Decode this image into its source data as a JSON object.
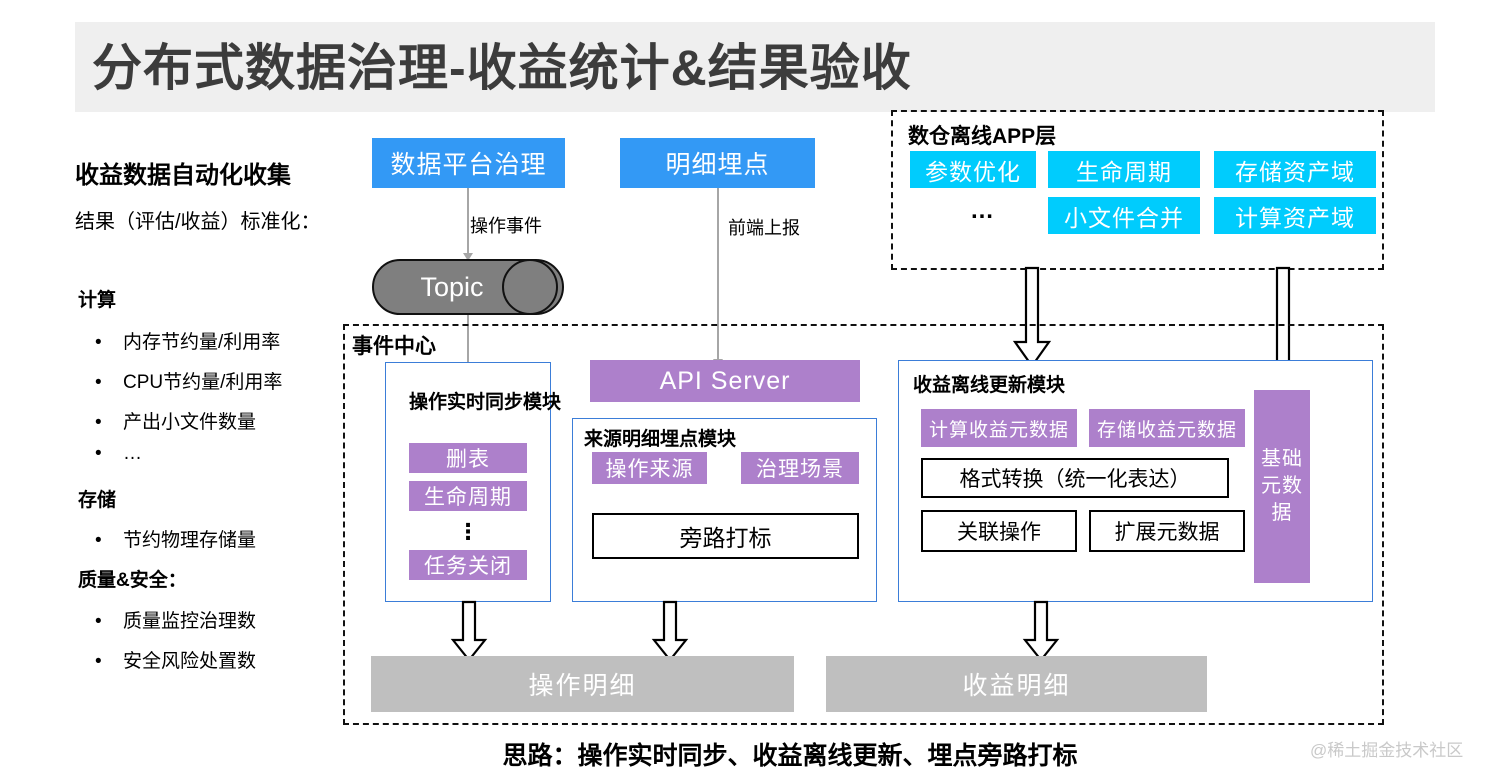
{
  "title": "分布式数据治理-收益统计&结果验收",
  "left_panel": {
    "heading": "收益数据自动化收集",
    "subheading": "结果（评估/收益）标准化：",
    "groups": [
      {
        "title": "计算",
        "items": [
          "内存节约量/利用率",
          "CPU节约量/利用率",
          "产出小文件数量",
          "…"
        ]
      },
      {
        "title": "存储",
        "items": [
          "节约物理存储量"
        ]
      },
      {
        "title": "质量&安全：",
        "items": [
          "质量监控治理数",
          "安全风险处置数"
        ]
      }
    ],
    "bullet_glyph": "•"
  },
  "sources": {
    "platform_governance": "数据平台治理",
    "detail_tracking": "明细埋点",
    "edge_operation_event": "操作事件",
    "edge_frontend_report": "前端上报",
    "topic": "Topic"
  },
  "app_layer": {
    "title": "数仓离线APP层",
    "ellipsis": "…",
    "items": [
      "参数优化",
      "生命周期",
      "存储资产域",
      "小文件合并",
      "计算资产域"
    ]
  },
  "event_center": {
    "title": "事件中心",
    "realtime_module": {
      "title": "操作实时同步模块",
      "items": [
        "删表",
        "生命周期",
        "任务关闭"
      ],
      "ellipsis": "⋮"
    },
    "api_server": "API Server",
    "source_module": {
      "title": "来源明细埋点模块",
      "chips": [
        "操作来源",
        "治理场景"
      ],
      "wide": "旁路打标"
    },
    "offline_module": {
      "title": "收益离线更新模块",
      "chips": [
        "计算收益元数据",
        "存储收益元数据"
      ],
      "wide": "格式转换（统一化表达）",
      "bottom": [
        "关联操作",
        "扩展元数据"
      ],
      "side": "基础元数据"
    },
    "outputs": [
      "操作明细",
      "收益明细"
    ]
  },
  "footer": "思路：操作实时同步、收益离线更新、埋点旁路打标",
  "watermark": "@稀土掘金技术社区",
  "colors": {
    "blue": "#3399f5",
    "cyan": "#00ccfd",
    "purple": "#ad80cb",
    "gray": "#bfbfbf",
    "topic_gray": "#7f7f7f",
    "title_bg": "#efefef",
    "title_fg": "#3c3c3c",
    "outline_blue": "#3b7dd8"
  }
}
